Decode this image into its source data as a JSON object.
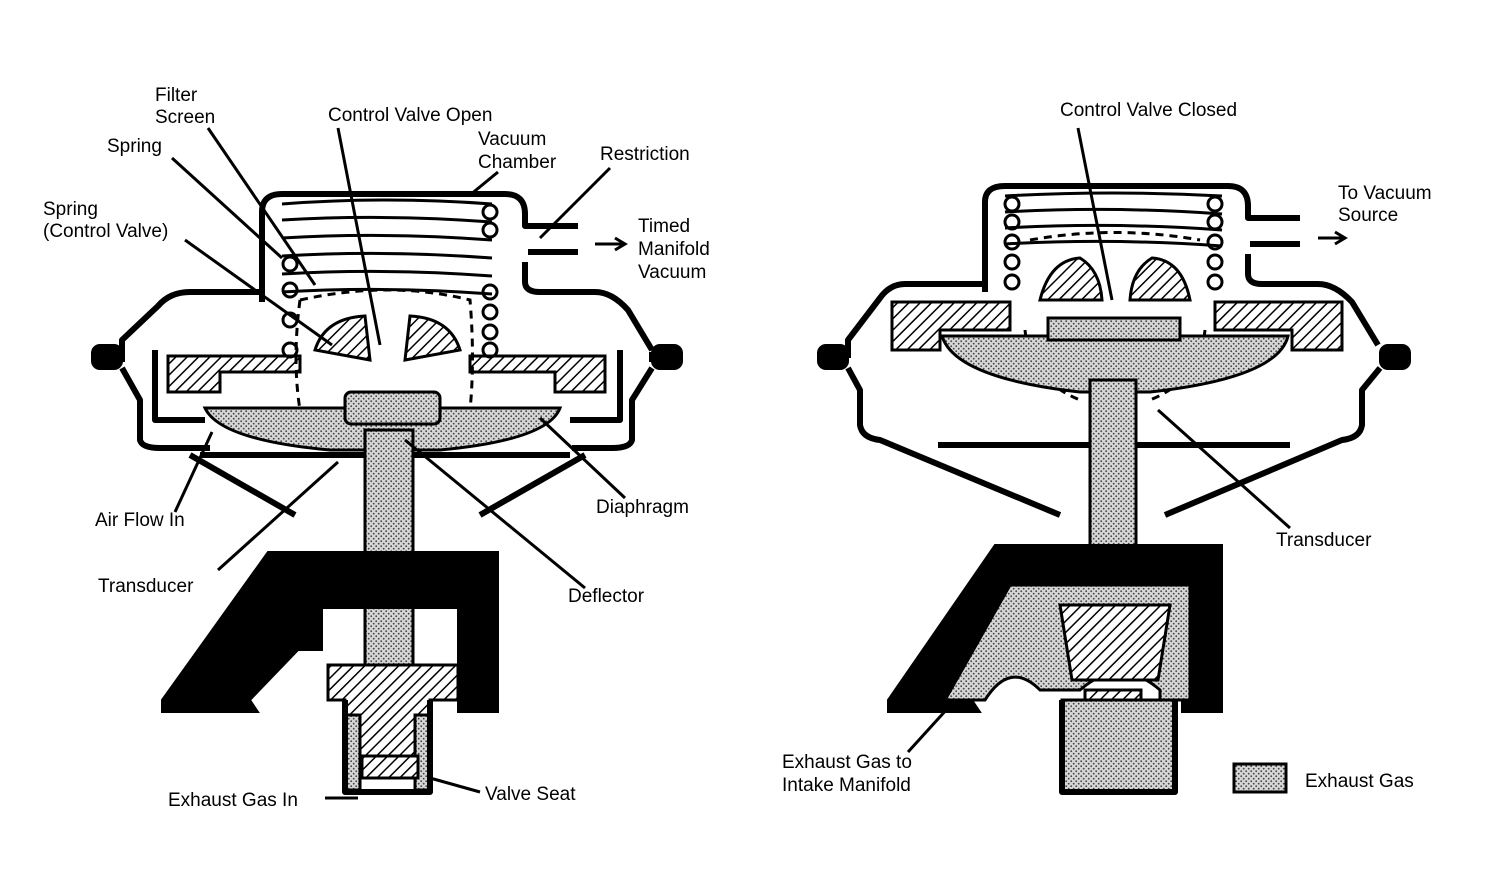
{
  "left_diagram": {
    "labels": {
      "filter_screen": [
        "Filter",
        "Screen"
      ],
      "control_valve_open": "Control Valve Open",
      "spring": "Spring",
      "vacuum_chamber": [
        "Vacuum",
        "Chamber"
      ],
      "restriction": "Restriction",
      "spring_control_valve": [
        "Spring",
        "(Control Valve)"
      ],
      "timed_manifold_vacuum": [
        "Timed",
        "Manifold",
        "Vacuum"
      ],
      "air_flow_in": "Air Flow In",
      "diaphragm": "Diaphragm",
      "transducer": "Transducer",
      "deflector": "Deflector",
      "exhaust_gas_in": "Exhaust Gas In",
      "valve_seat": "Valve Seat"
    }
  },
  "right_diagram": {
    "labels": {
      "control_valve_closed": "Control Valve Closed",
      "to_vacuum_source": [
        "To Vacuum",
        "Source"
      ],
      "transducer": "Transducer",
      "exhaust_gas_to_intake": [
        "Exhaust Gas to",
        "Intake Manifold"
      ]
    }
  },
  "legend": {
    "label": "Exhaust Gas"
  }
}
